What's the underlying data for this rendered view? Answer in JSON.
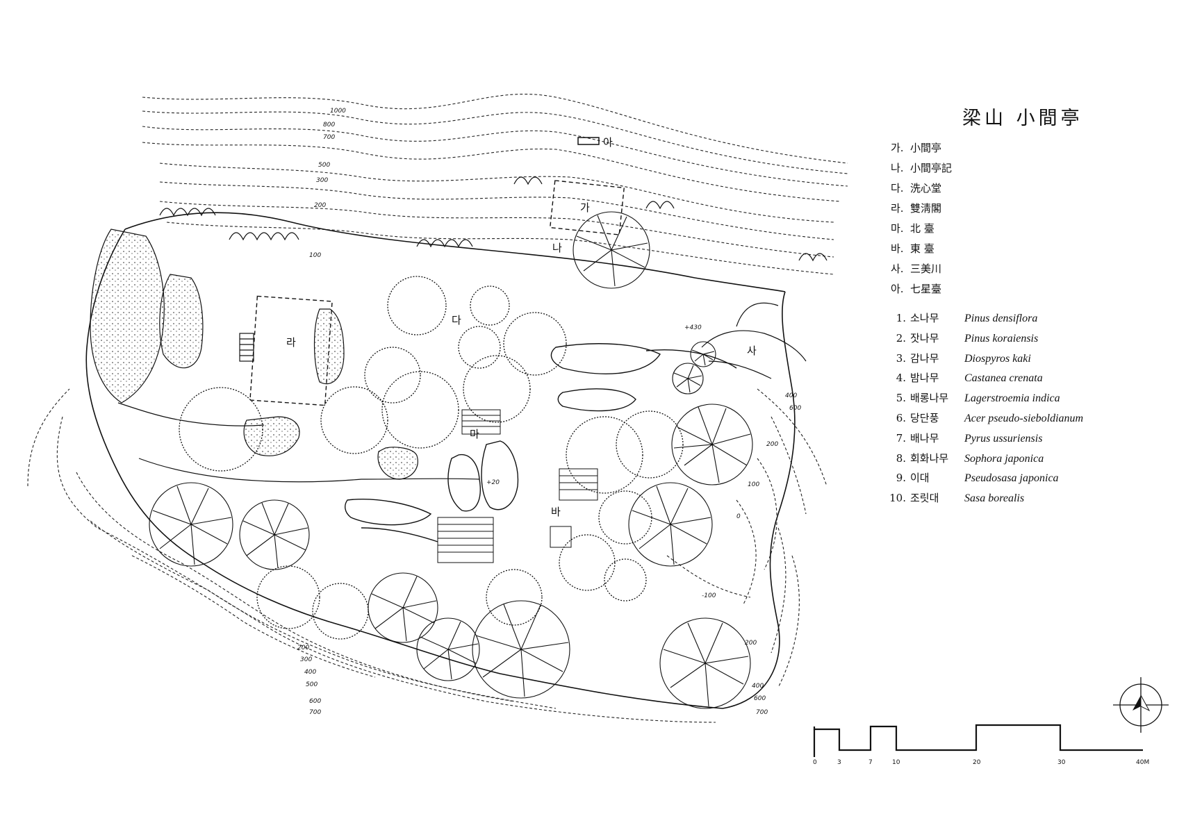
{
  "title": "梁山 小間亭",
  "areas": [
    {
      "key": "가.",
      "name": "小間亭"
    },
    {
      "key": "나.",
      "name": "小間亭記"
    },
    {
      "key": "다.",
      "name": "洗心堂"
    },
    {
      "key": "라.",
      "name": "雙淸閣"
    },
    {
      "key": "마.",
      "name": "北 臺"
    },
    {
      "key": "바.",
      "name": "東 臺"
    },
    {
      "key": "사.",
      "name": "三美川"
    },
    {
      "key": "아.",
      "name": "七星臺"
    }
  ],
  "species": [
    {
      "num": "1.",
      "korean": "소나무",
      "latin": "Pinus densiflora"
    },
    {
      "num": "2.",
      "korean": "잣나무",
      "latin": "Pinus koraiensis"
    },
    {
      "num": "3.",
      "korean": "감나무",
      "latin": "Diospyros kaki"
    },
    {
      "num": "4.",
      "korean": "밤나무",
      "latin": "Castanea crenata"
    },
    {
      "num": "5.",
      "korean": "배롱나무",
      "latin": "Lagerstroemia indica"
    },
    {
      "num": "6.",
      "korean": "당단풍",
      "latin": "Acer pseudo-sieboldianum"
    },
    {
      "num": "7.",
      "korean": "배나무",
      "latin": "Pyrus ussuriensis"
    },
    {
      "num": "8.",
      "korean": "회화나무",
      "latin": "Sophora japonica"
    },
    {
      "num": "9.",
      "korean": "이대",
      "latin": "Pseudosasa japonica"
    },
    {
      "num": "10.",
      "korean": "조릿대",
      "latin": "Sasa borealis"
    }
  ],
  "map_labels": {
    "ga": "가",
    "na": "나",
    "da": "다",
    "ra": "라",
    "ma": "마",
    "ba": "바",
    "sa": "사",
    "a": "아"
  },
  "contour_labels_top": [
    "1000",
    "800",
    "700",
    "500",
    "300",
    "200",
    "100"
  ],
  "contour_labels_bottom": [
    "200",
    "300",
    "400",
    "500",
    "600",
    "700"
  ],
  "contour_labels_right": [
    "400",
    "600",
    "200",
    "100",
    "0",
    "-100",
    "200",
    "400",
    "600",
    "700"
  ],
  "spot_heights": [
    "+430",
    "+20"
  ],
  "scale": {
    "ticks": [
      "0",
      "3",
      "7",
      "10",
      "20",
      "30",
      "40M"
    ]
  },
  "colors": {
    "ink": "#111111",
    "paper": "#ffffff"
  },
  "icons": {
    "north": "north-arrow-icon"
  }
}
